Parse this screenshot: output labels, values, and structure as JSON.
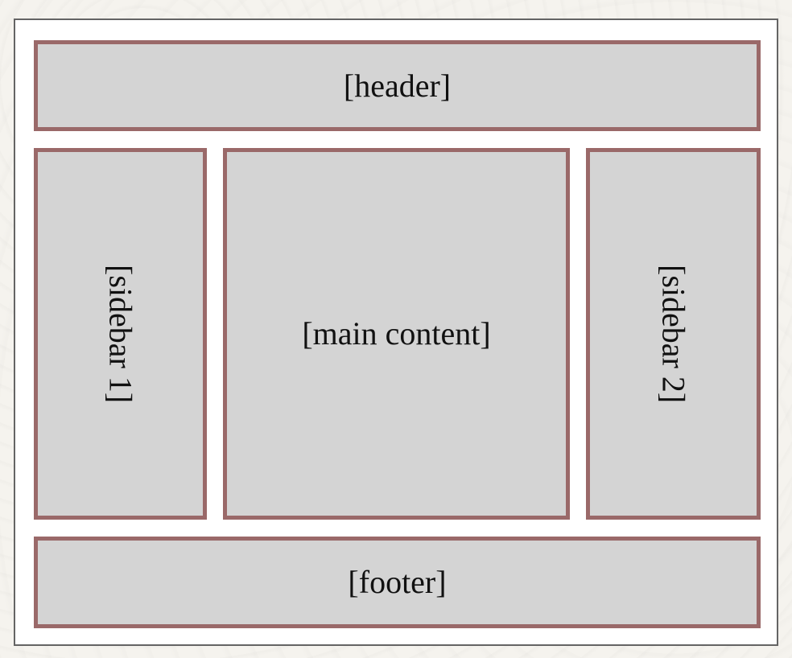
{
  "colors": {
    "page_background": "#f5f3ee",
    "container_border": "#646464",
    "container_background": "#ffffff",
    "box_border": "#9a6969",
    "box_fill": "#d4d4d4",
    "label_text": "#111111"
  },
  "layout_boxes": {
    "header": {
      "label": "[header]"
    },
    "sidebar1": {
      "label": "[sidebar 1]"
    },
    "main": {
      "label": "[main content]"
    },
    "sidebar2": {
      "label": "[sidebar 2]"
    },
    "footer": {
      "label": "[footer]"
    }
  }
}
